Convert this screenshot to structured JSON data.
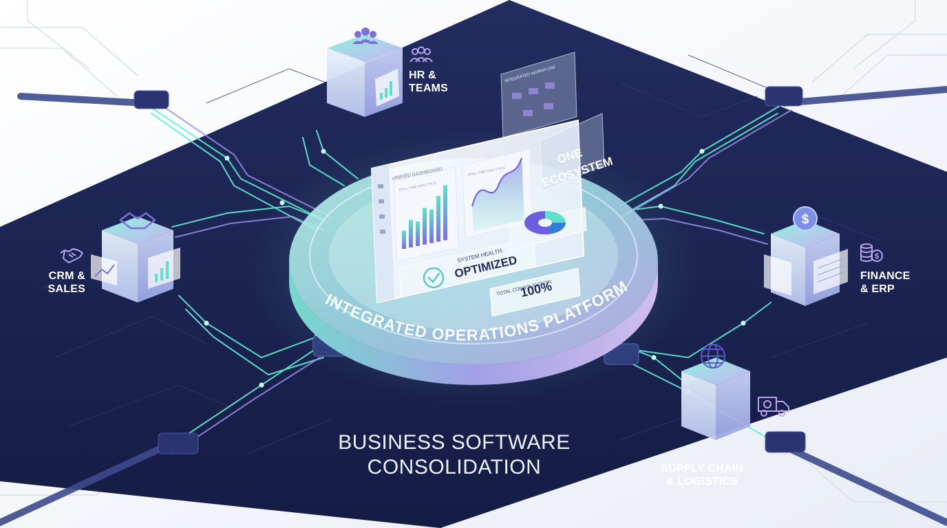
{
  "title": {
    "line1": "BUSINESS SOFTWARE",
    "line2": "CONSOLIDATION"
  },
  "platform_label": "INTEGRATED OPERATIONS PLATFORM",
  "modules": [
    {
      "id": "hr",
      "line1": "HR &",
      "line2": "TEAMS",
      "icon": "people-icon"
    },
    {
      "id": "crm",
      "line1": "CRM &",
      "line2": "SALES",
      "icon": "handshake-icon"
    },
    {
      "id": "finance",
      "line1": "FINANCE",
      "line2": "& ERP",
      "icon": "coins-icon"
    },
    {
      "id": "supply",
      "line1": "SUPPLY CHAIN",
      "line2": "& LOGISTICS",
      "icon": "truck-icon"
    }
  ],
  "dashboard": {
    "header": "UNIFIED DASHBOARD",
    "panel_left_title": "REAL-TIME ANALYTICS",
    "panel_right_title": "REAL-TIME ANALYTICS",
    "status_label": "SYSTEM HEALTH:",
    "status_value": "OPTIMIZED",
    "consolidation_label": "TOTAL CONSOLIDATION:",
    "consolidation_value": "100%",
    "ecosystem_line1": "ONE",
    "ecosystem_line2": "ECOSYSTEM",
    "workflow_title": "INTEGRATED WORKFLOW",
    "bar_values": [
      30,
      45,
      40,
      60,
      55,
      75,
      90
    ]
  },
  "colors": {
    "board": "#1b2452",
    "trace": "#5ff0d2",
    "accent_purple": "#b9a3f0",
    "text": "#ffffff"
  }
}
